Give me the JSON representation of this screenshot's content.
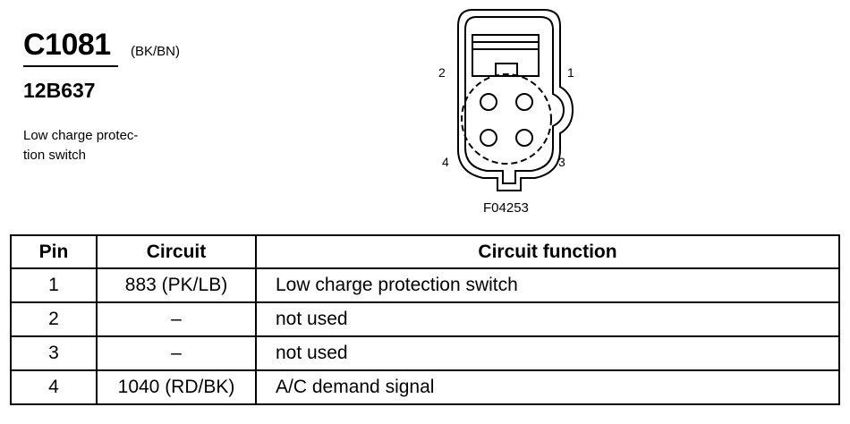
{
  "header": {
    "connector_id": "C1081",
    "color_code": "(BK/BN)",
    "part_number": "12B637",
    "description": "Low charge protec-\ntion switch"
  },
  "diagram": {
    "pin_labels": [
      "2",
      "1",
      "4",
      "3"
    ],
    "figure_id": "F04253"
  },
  "table": {
    "headers": [
      "Pin",
      "Circuit",
      "Circuit function"
    ],
    "rows": [
      {
        "pin": "1",
        "circuit": "883 (PK/LB)",
        "function": "Low charge protection switch"
      },
      {
        "pin": "2",
        "circuit": "–",
        "function": "not used"
      },
      {
        "pin": "3",
        "circuit": "–",
        "function": "not used"
      },
      {
        "pin": "4",
        "circuit": "1040 (RD/BK)",
        "function": "A/C demand signal"
      }
    ]
  }
}
